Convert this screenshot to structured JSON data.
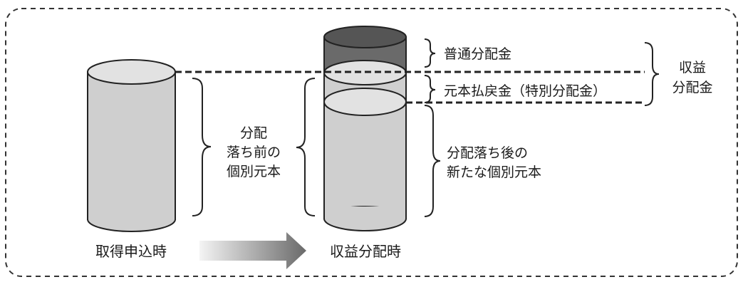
{
  "frame": {
    "border_color": "#333333"
  },
  "colors": {
    "cylinder_light": "#cfcfcf",
    "cylinder_top": "#e2e2e2",
    "cylinder_dark": "#6a6a6a",
    "cylinder_dark_top": "#555555",
    "outline": "#222222",
    "arrow_start": "#f4f4f4",
    "arrow_end": "#6a6a6a"
  },
  "left_cylinder": {
    "caption": "取得申込時",
    "principal_label_lines": [
      "分配",
      "落ち前の",
      "個別元本"
    ]
  },
  "right_cylinder": {
    "caption": "収益分配時",
    "labels": {
      "ordinary_distribution": "普通分配金",
      "principal_refund": "元本払戻金（特別分配金）",
      "new_principal_lines": [
        "分配落ち後の",
        "新たな個別元本"
      ]
    }
  },
  "income_distribution_lines": [
    "収益",
    "分配金"
  ],
  "arrow": {
    "icon": "gradient-right-arrow-icon"
  }
}
